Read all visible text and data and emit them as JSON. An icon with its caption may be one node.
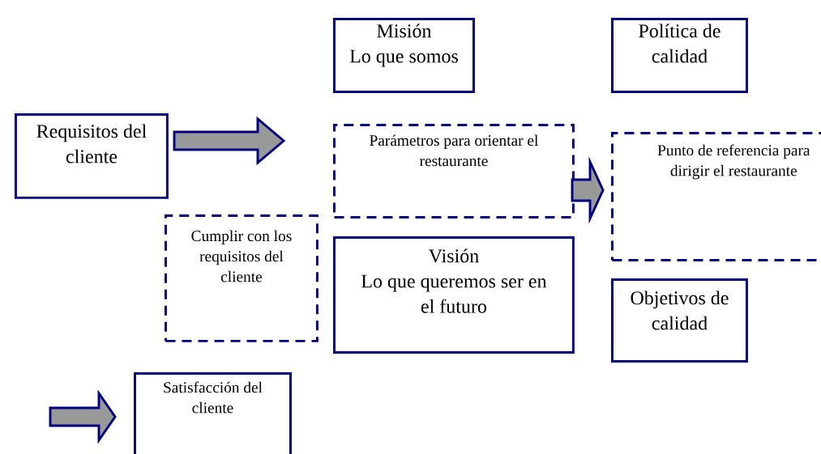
{
  "diagram": {
    "nodes": [
      {
        "text": [
          "Misión",
          "Lo que somos"
        ]
      },
      {
        "text": [
          "Política de calidad"
        ]
      },
      {
        "text": [
          "Requisitos del cliente"
        ]
      },
      {
        "text": [
          "Parámetros para orientar el restaurante"
        ]
      },
      {
        "text": [
          "Punto de referencia para dirigir el restaurante"
        ]
      },
      {
        "text": [
          "Cumplir con los requisitos del cliente"
        ]
      },
      {
        "text": [
          "Visión",
          "Lo que queremos ser en el futuro"
        ]
      },
      {
        "text": [
          "Objetivos de calidad"
        ]
      },
      {
        "text": [
          "Satisfacción del cliente"
        ]
      }
    ],
    "edges": [
      {
        "from": 2,
        "to": null,
        "arrow": "to"
      },
      {
        "from": 3,
        "to": 4,
        "arrow": "to"
      },
      {
        "from": null,
        "to": 8,
        "arrow": "to"
      }
    ]
  }
}
